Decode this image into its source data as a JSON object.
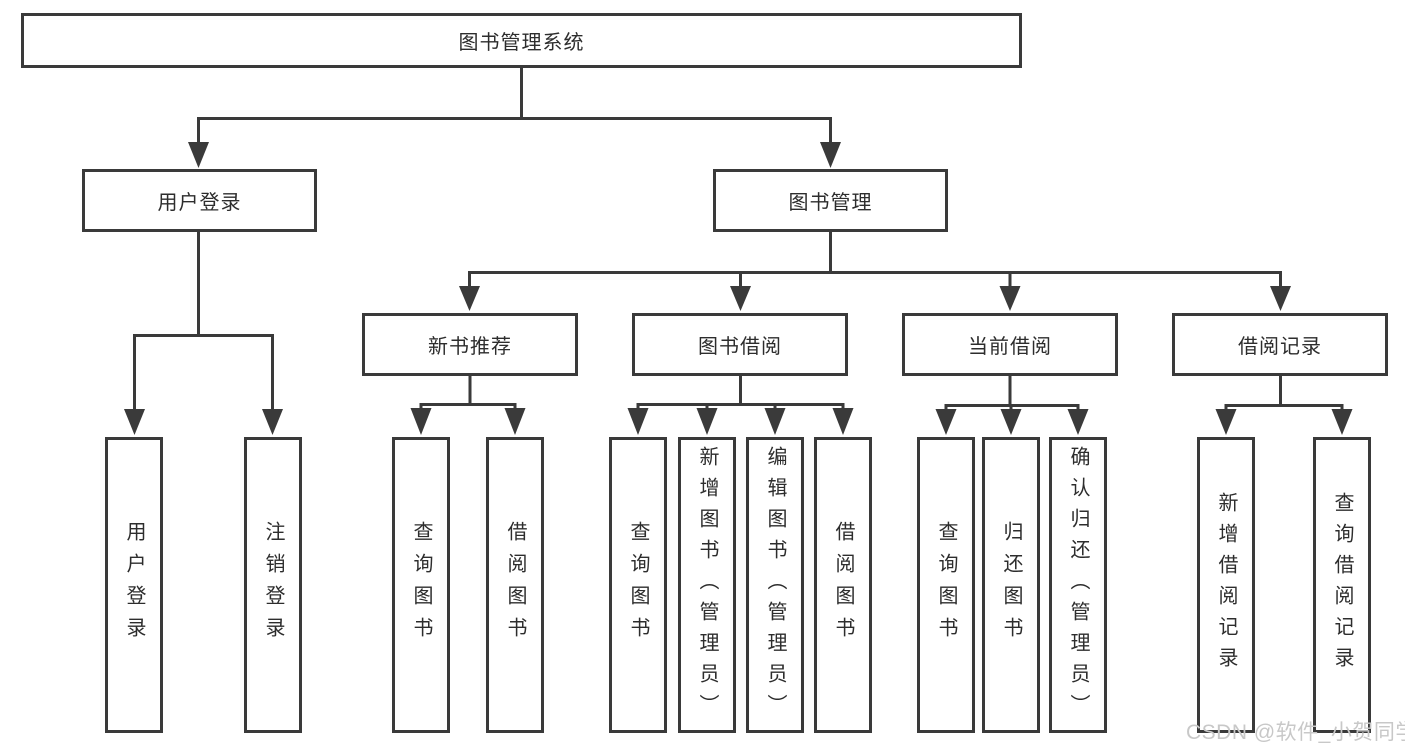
{
  "title": "图书管理系统",
  "nodes": {
    "root": "图书管理系统",
    "level2": [
      "用户登录",
      "图书管理"
    ],
    "level3": [
      "新书推荐",
      "图书借阅",
      "当前借阅",
      "借阅记录"
    ],
    "leaves": {
      "user_login": [
        "用户登录",
        "注销登录"
      ],
      "new_book_rec": [
        "查询图书",
        "借阅图书"
      ],
      "book_borrow": [
        "查询图书",
        "新增图书（管理员）",
        "编辑图书（管理员）",
        "借阅图书"
      ],
      "current_borrow": [
        "查询图书",
        "归还图书",
        "确认归还（管理员）"
      ],
      "borrow_records": [
        "新增借阅记录",
        "查询借阅记录"
      ]
    }
  },
  "colors": {
    "line": "#3a3a3a",
    "box_border": "#3a3a3a",
    "text": "#2d2d2d",
    "background": "#ffffff",
    "watermark": "#c8c8c8"
  },
  "watermark": "CSDN @软件_小贺同学"
}
